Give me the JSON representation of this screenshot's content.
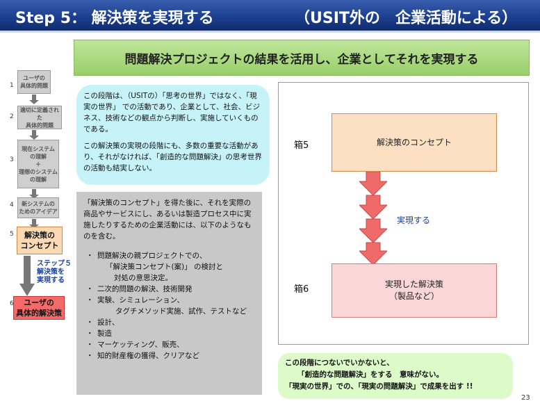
{
  "header": {
    "title": "Step 5：  解決策を実現する",
    "subtitle": "（USIT外の　企業活動による）"
  },
  "banner": "問題解決プロジェクトの結果を活用し、企業としてそれを実現する",
  "flow": {
    "steps": [
      {
        "num": "1",
        "label": "ユーザの\n具体的問題"
      },
      {
        "num": "2",
        "label": "適切に定義された\n具体的問題"
      },
      {
        "num": "3",
        "label": "現在システム\nの理解\n＋\n理想のシステム\nの理解"
      },
      {
        "num": "4",
        "label": "新システムの\nためのアイデア"
      },
      {
        "num": "5",
        "label": "解決策の\nコンセプト"
      },
      {
        "num": "6",
        "label": "ユーザの\n具体的解決策"
      }
    ],
    "step5_label": "ステップ５\n解決策を\n実現する"
  },
  "bubble": {
    "p1": "この段階は、（USITの）「思考の世界」ではなく、「現実の世界」 での活動であり、企業として、社会、ビジネス、技術などの観点から判断し、実施していくものである。",
    "p2": "この解決策の実現の段階にも、多数の重要な活動があり、それがなければ、「創造的な問題解決」の思考世界の活動も結実しない。"
  },
  "list_panel": {
    "intro": "「解決策のコンセプト」を得た後に、それを実際の商品やサービスにし、あるいは製造プロセス中に実施したりするための企業活動には、以下のようなものを含む。",
    "items": [
      {
        "line1": "問題解決の親プロジェクトでの、",
        "line2": "「解決策コンセプト(案)」 の検討と",
        "line3": "対処の意思決定。"
      },
      {
        "line1": "二次的問題の解決、技術開発"
      },
      {
        "line1": "実験、シミュレーション、",
        "line2": "タグチメソッド実施、試作、テストなど"
      },
      {
        "line1": "設計、"
      },
      {
        "line1": "製造"
      },
      {
        "line1": "マーケッティング、販売、"
      },
      {
        "line1": "知的財産権の獲得、クリアなど"
      }
    ]
  },
  "diagram": {
    "box5_label": "箱5",
    "box5_text": "解決策のコンセプト",
    "arrow_label": "実現する",
    "box6_label": "箱6",
    "box6_line1": "実現した解決策",
    "box6_line2": "（製品など）"
  },
  "green_note": {
    "line1": "この段階につないでいかないと、",
    "line2": "「創造的な問題解決」をする　意味がない。",
    "line3": "「現実の世界」での、「現実の問題解決」で成果を出す !!"
  },
  "page_number": "23",
  "colors": {
    "header": "#1c3f8f",
    "banner": "#a8d878",
    "bubble": "#c6f3f7",
    "box5": "#fde0c4",
    "box6": "#fbd6d6",
    "arrow": "#f06a6a",
    "flow_box6": "#f46a6a"
  }
}
